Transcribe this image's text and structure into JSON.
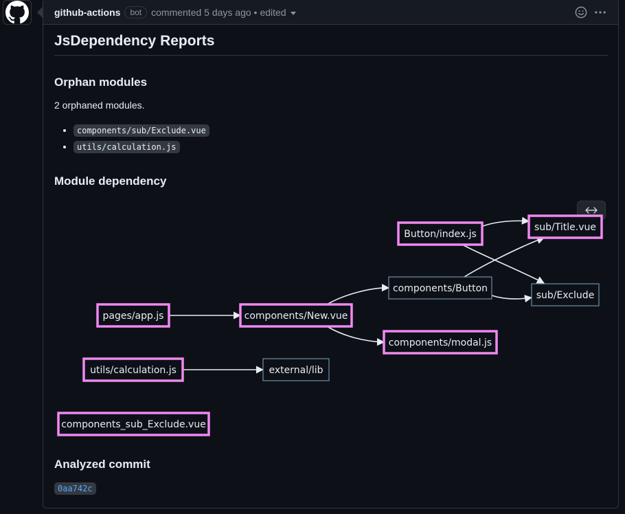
{
  "comment": {
    "author": "github-actions",
    "badge": "bot",
    "meta": "commented 5 days ago •",
    "edited": "edited"
  },
  "report": {
    "title": "JsDependency Reports",
    "orphan_heading": "Orphan modules",
    "orphan_count_text": "2 orphaned modules.",
    "orphans": [
      "components/sub/Exclude.vue",
      "utils/calculation.js"
    ],
    "dependency_heading": "Module dependency",
    "analyzed_heading": "Analyzed commit",
    "commit": "0aa742c"
  },
  "graph": {
    "nodes": [
      {
        "id": "button-index",
        "label": "Button/index.js",
        "highlight": true
      },
      {
        "id": "sub-title",
        "label": "sub/Title.vue",
        "highlight": true
      },
      {
        "id": "components-button",
        "label": "components/Button",
        "highlight": false
      },
      {
        "id": "sub-exclude",
        "label": "sub/Exclude",
        "highlight": false
      },
      {
        "id": "pages-app",
        "label": "pages/app.js",
        "highlight": true
      },
      {
        "id": "components-new",
        "label": "components/New.vue",
        "highlight": true
      },
      {
        "id": "components-modal",
        "label": "components/modal.js",
        "highlight": true
      },
      {
        "id": "utils-calculation",
        "label": "utils/calculation.js",
        "highlight": true
      },
      {
        "id": "external-lib",
        "label": "external/lib",
        "highlight": false
      },
      {
        "id": "components-sub-exclude",
        "label": "components_sub_Exclude.vue",
        "highlight": true
      }
    ],
    "edges": [
      {
        "from": "button-index",
        "to": "sub-title"
      },
      {
        "from": "button-index",
        "to": "sub-exclude"
      },
      {
        "from": "components-button",
        "to": "sub-title"
      },
      {
        "from": "components-button",
        "to": "sub-exclude"
      },
      {
        "from": "pages-app",
        "to": "components-new"
      },
      {
        "from": "components-new",
        "to": "components-button"
      },
      {
        "from": "components-new",
        "to": "components-modal"
      },
      {
        "from": "utils-calculation",
        "to": "external-lib"
      }
    ]
  },
  "colors": {
    "highlight_border": "#f088f0",
    "node_border": "#6f8faa",
    "edge": "#e6edf3",
    "link": "#58a6ff"
  }
}
